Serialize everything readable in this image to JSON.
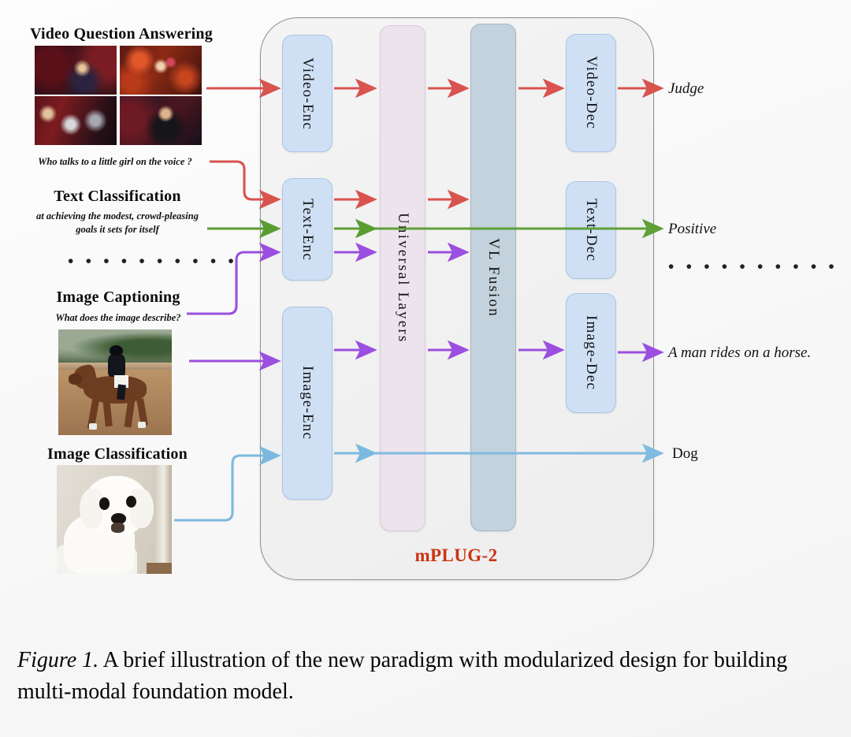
{
  "figure": {
    "label": "Figure 1.",
    "caption": " A brief illustration of the new paradigm with modularized design for building multi-modal foundation model."
  },
  "model": {
    "name": "mPLUG-2",
    "name_color": "#cc3311"
  },
  "tasks": [
    {
      "id": "video-question-answering",
      "title": "Video Question Answering",
      "prompt": "Who talks to a little girl on the voice ?",
      "media_type": "video-frames",
      "frame_count": 4,
      "color": "#d9534f",
      "color_name": "red"
    },
    {
      "id": "text-classification",
      "title": "Text Classification",
      "prompt_line1": "at achieving the modest, crowd-pleasing",
      "prompt_line2": "goals it sets for itself",
      "media_type": "text-only",
      "color": "#5a9e32",
      "color_name": "green"
    },
    {
      "id": "image-captioning",
      "title": "Image Captioning",
      "prompt": "What does the image describe?",
      "media_type": "photo-horse",
      "color": "#9b4fe0",
      "color_name": "purple"
    },
    {
      "id": "image-classification",
      "title": "Image Classification",
      "prompt": "",
      "media_type": "photo-dog",
      "color": "#7cb9e0",
      "color_name": "light-blue"
    }
  ],
  "ellipsis": {
    "left": "• • • • • • • • • •",
    "right": "• • • • • • • • • •"
  },
  "modules": {
    "encoders": [
      {
        "id": "video-enc",
        "label": "Video-Enc",
        "fill": "#cfe0f5"
      },
      {
        "id": "text-enc",
        "label": "Text-Enc",
        "fill": "#cfe0f5"
      },
      {
        "id": "image-enc",
        "label": "Image-Enc",
        "fill": "#cfe0f5"
      }
    ],
    "universal": {
      "id": "universal-layers",
      "label": "Universal Layers",
      "fill": "#ece3ec"
    },
    "fusion": {
      "id": "vl-fusion",
      "label": "VL Fusion",
      "fill": "#c3d2dc"
    },
    "decoders": [
      {
        "id": "video-dec",
        "label": "Video-Dec",
        "fill": "#cfe0f5"
      },
      {
        "id": "text-dec",
        "label": "Text-Dec",
        "fill": "#cfe0f5"
      },
      {
        "id": "image-dec",
        "label": "Image-Dec",
        "fill": "#cfe0f5"
      }
    ]
  },
  "outputs": [
    {
      "id": "judge",
      "text": "Judge",
      "style": "italic",
      "color": "#d9534f"
    },
    {
      "id": "positive",
      "text": "Positive",
      "style": "italic",
      "color": "#5a9e32"
    },
    {
      "id": "caption",
      "text": "A man rides on a horse.",
      "style": "italic",
      "color": "#9b4fe0"
    },
    {
      "id": "dog",
      "text": "Dog",
      "style": "roman",
      "color": "#7cb9e0"
    }
  ]
}
